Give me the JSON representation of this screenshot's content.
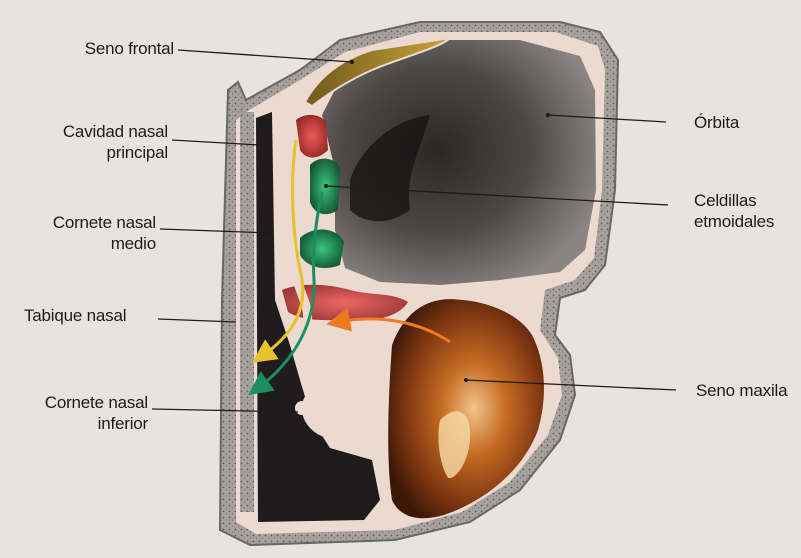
{
  "labels": {
    "seno_frontal": "Seno frontal",
    "cavidad_line1": "Cavidad nasal",
    "cavidad_line2": "principal",
    "cornete_medio_line1": "Cornete nasal",
    "cornete_medio_line2": "medio",
    "tabique": "Tabique nasal",
    "cornete_inferior_line1": "Cornete nasal",
    "cornete_inferior_line2": "inferior",
    "orbita": "Órbita",
    "celdillas_line1": "Celdillas",
    "celdillas_line2": "etmoidales",
    "seno_maxilar": "Seno maxila"
  },
  "colors": {
    "background": "#e6e4e1",
    "bone": "#9c9794",
    "mucosa": "#ecd9cf",
    "cavity_dark": "#1e1c1c",
    "orbit": "#5b5655",
    "maxillary": "#8a3d12",
    "ethmoid_green": "#1f7a4c",
    "meatus_red": "#c23a3a",
    "arrow_orange": "#f07a22",
    "flow_yellow": "#e8c22a",
    "flow_green": "#1b8f63"
  }
}
